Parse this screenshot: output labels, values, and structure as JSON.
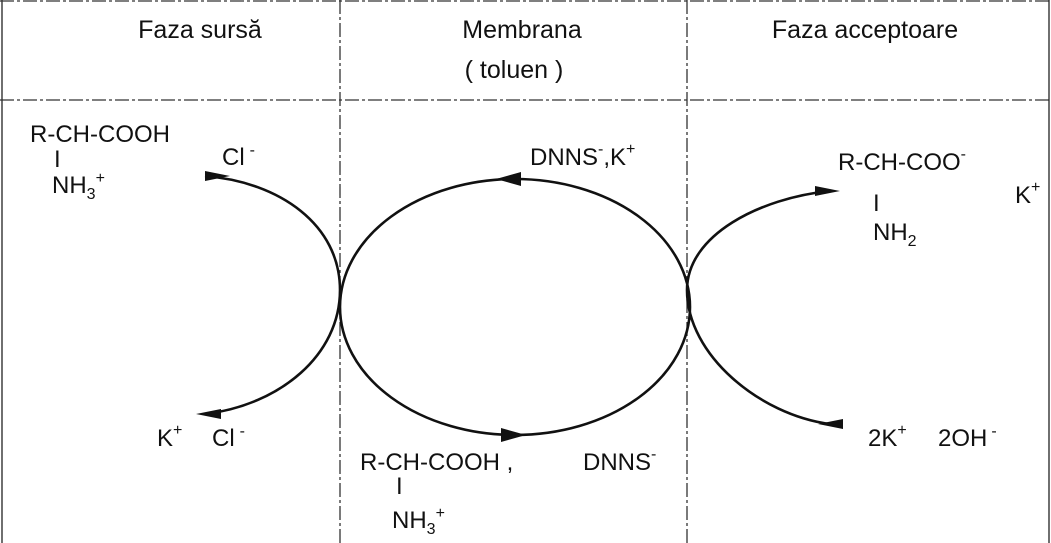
{
  "headers": {
    "source": "Faza sursă",
    "membrane_line1": "Membrana",
    "membrane_line2": "( toluen )",
    "acceptor": "Faza acceptoare"
  },
  "source_phase": {
    "amino_acid_main": "R-CH-COOH",
    "amino_acid_bond": "I",
    "amino_acid_group": "NH",
    "amino_acid_group_sub": "3",
    "amino_acid_group_charge": "+",
    "chloride_top": "Cl",
    "chloride_top_charge": "-",
    "potassium_bottom": "K",
    "potassium_bottom_charge": "+",
    "chloride_bottom": "Cl",
    "chloride_bottom_charge": "-"
  },
  "membrane": {
    "carrier_complex": "DNNS",
    "carrier_complex_charge": "-",
    "carrier_complex_sep": ",K",
    "carrier_complex_k_charge": "+",
    "amino_complex_main": "R-CH-COOH ,",
    "amino_complex_bond": "I",
    "amino_complex_group": "NH",
    "amino_complex_group_sub": "3",
    "amino_complex_group_charge": "+",
    "amino_complex_partner": "DNNS",
    "amino_complex_partner_charge": "-"
  },
  "acceptor_phase": {
    "amino_acid_main": "R-CH-COO",
    "amino_acid_main_charge": "-",
    "amino_acid_bond": "I",
    "amino_acid_group": "NH",
    "amino_acid_group_sub": "2",
    "potassium": "K",
    "potassium_charge": "+",
    "base_k": "2K",
    "base_k_charge": "+",
    "base_oh": "2OH",
    "base_oh_charge": "-"
  }
}
